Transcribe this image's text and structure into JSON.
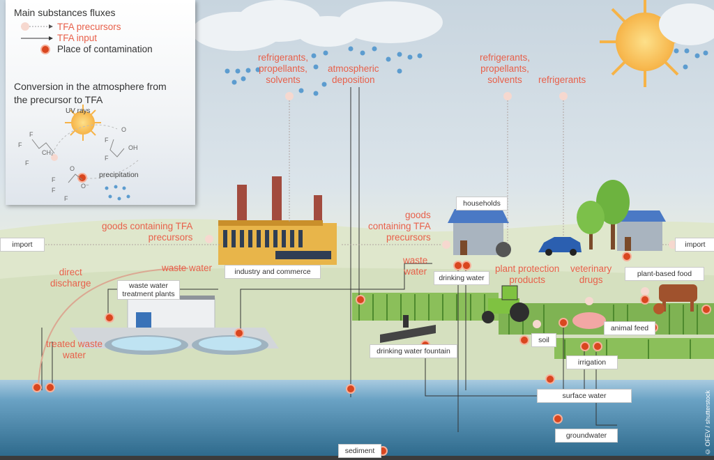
{
  "legend": {
    "title": "Main substances fluxes",
    "precursors": "TFA precursors",
    "input": "TFA input",
    "contamination": "Place of contamination",
    "conversion_title_1": "Conversion in the atmosphere from",
    "conversion_title_2": "the precursor to TFA",
    "uv": "UV rays",
    "precipitation": "precipitation",
    "chem_labels": [
      "F",
      "F",
      "F",
      "CH₂",
      "F",
      "F",
      "O",
      "OH",
      "O",
      "O⁻",
      "F",
      "F",
      "F"
    ]
  },
  "labels": {
    "refrigerants_left_1": "refrigerants,",
    "refrigerants_left_2": "propellants,",
    "refrigerants_left_3": "solvents",
    "atm_1": "atmospheric",
    "atm_2": "deposition",
    "refrigerants_right_1": "refrigerants,",
    "refrigerants_right_2": "propellants,",
    "refrigerants_right_3": "solvents",
    "refrigerants": "refrigerants",
    "goods_left_1": "goods containing TFA",
    "goods_left_2": "precursors",
    "goods_right_1": "goods",
    "goods_right_2": "containing TFA",
    "goods_right_3": "precursors",
    "waste_water": "waste water",
    "waste_water_r1": "waste",
    "waste_water_r2": "water",
    "direct_1": "direct",
    "direct_2": "discharge",
    "treated_1": "treated waste",
    "treated_2": "water",
    "plant_1": "plant protection",
    "plant_2": "products",
    "vet_1": "veterinary",
    "vet_2": "drugs"
  },
  "boxes": {
    "import_left": "import",
    "import_right": "import",
    "industry": "industry and commerce",
    "wwtp_1": "waste water",
    "wwtp_2": "treatment plants",
    "households": "households",
    "drinking_water": "drinking water",
    "plant_food": "plant-based food",
    "soil": "soil",
    "animal_feed": "animal feed",
    "irrigation": "irrigation",
    "fountain": "drinking water fountain",
    "surface_water": "surface water",
    "groundwater": "groundwater",
    "sediment": "sediment"
  },
  "copyright": "© OFEV / shutterstock",
  "colors": {
    "accent": "#e8604a",
    "contamination": "#d9461f",
    "water": "#3d7fa6",
    "sky": "#c8d5df"
  }
}
